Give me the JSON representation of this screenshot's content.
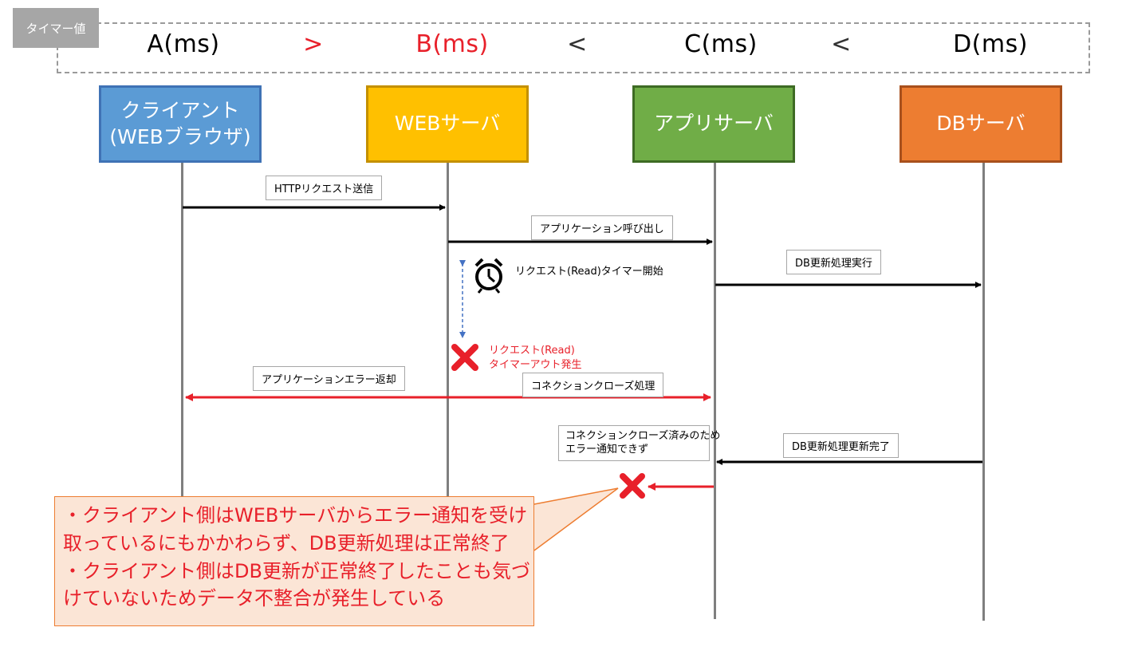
{
  "timer": {
    "tag": "タイマー値",
    "a": "A(ms)",
    "op1": ">",
    "b": "B(ms)",
    "op2": "<",
    "c": "C(ms)",
    "op3": "<",
    "d": "D(ms)"
  },
  "participants": {
    "client_line1": "クライアント",
    "client_line2": "(WEBブラウザ)",
    "web": "WEBサーバ",
    "app": "アプリサーバ",
    "db": "DBサーバ"
  },
  "messages": {
    "http_request": "HTTPリクエスト送信",
    "app_call": "アプリケーション呼び出し",
    "db_exec": "DB更新処理実行",
    "timer_start": "リクエスト(Read)タイマー開始",
    "timeout_line1": "リクエスト(Read)",
    "timeout_line2": "タイマーアウト発生",
    "app_error_return": "アプリケーションエラー返却",
    "connection_close": "コネクションクローズ処理",
    "cannot_notify_line1": "コネクションクローズ済みのため",
    "cannot_notify_line2": "エラー通知できず",
    "db_done": "DB更新処理更新完了"
  },
  "callout": {
    "line1": "・クライアント側はWEBサーバからエラー通知を受け",
    "line2": "取っているにもかかわらず、DB更新処理は正常終了",
    "line3": "・クライアント側はDB更新が正常終了したことも気づ",
    "line4": "けていないためデータ不整合が発生している"
  },
  "colors": {
    "client": "#5b9bd5",
    "web": "#ffc000",
    "app": "#70ad47",
    "db": "#ed7d31",
    "error": "#e8202a",
    "arrow": "#000000"
  }
}
